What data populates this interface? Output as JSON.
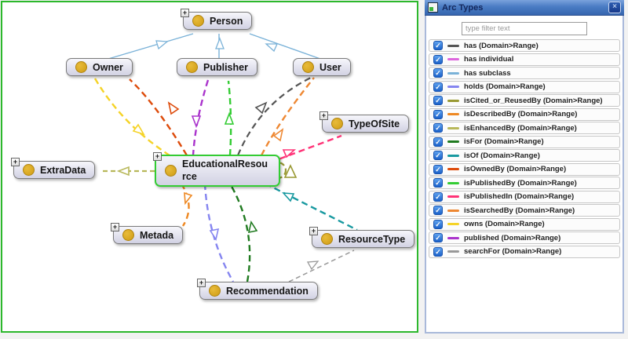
{
  "icons": {
    "close": "×",
    "check": "✓",
    "expand": "+"
  },
  "colors": {
    "graph_border": "#2db82d",
    "selected_node_border": "#33cc33",
    "node_dot": "#d9a521",
    "titlebar_blue": "#4a7cc4"
  },
  "graph": {
    "nodes": [
      {
        "label": "Person",
        "expandable": true,
        "selected": false
      },
      {
        "label": "Owner",
        "expandable": false,
        "selected": false
      },
      {
        "label": "Publisher",
        "expandable": false,
        "selected": false
      },
      {
        "label": "User",
        "expandable": false,
        "selected": false
      },
      {
        "label": "TypeOfSite",
        "expandable": true,
        "selected": false
      },
      {
        "label": "ExtraData",
        "expandable": true,
        "selected": false
      },
      {
        "label": "EducationalResource",
        "expandable": true,
        "selected": true
      },
      {
        "label": "Metada",
        "expandable": true,
        "selected": false
      },
      {
        "label": "ResourceType",
        "expandable": true,
        "selected": false
      },
      {
        "label": "Recommendation",
        "expandable": true,
        "selected": false
      }
    ]
  },
  "arc_panel": {
    "title": "Arc Types",
    "filter_placeholder": "type filter text",
    "filter_value": "",
    "items": [
      {
        "label": "has (Domain>Range)",
        "color": "#555555",
        "checked": true
      },
      {
        "label": "has individual",
        "color": "#dd66dd",
        "checked": true
      },
      {
        "label": "has subclass",
        "color": "#7ab2d8",
        "checked": true
      },
      {
        "label": "holds (Domain>Range)",
        "color": "#8585f0",
        "checked": true
      },
      {
        "label": "isCited_or_ReusedBy (Domain>Range)",
        "color": "#999933",
        "checked": true
      },
      {
        "label": "isDescribedBy (Domain>Range)",
        "color": "#ee8822",
        "checked": true
      },
      {
        "label": "isEnhancedBy (Domain>Range)",
        "color": "#b8b85a",
        "checked": true
      },
      {
        "label": "isFor (Domain>Range)",
        "color": "#1f7a1f",
        "checked": true
      },
      {
        "label": "isOf (Domain>Range)",
        "color": "#1899a0",
        "checked": true
      },
      {
        "label": "isOwnedBy (Domain>Range)",
        "color": "#dd4b0b",
        "checked": true
      },
      {
        "label": "isPublishedBy (Domain>Range)",
        "color": "#33cc33",
        "checked": true
      },
      {
        "label": "isPublishedIn (Domain>Range)",
        "color": "#ff3377",
        "checked": true
      },
      {
        "label": "isSearchedBy (Domain>Range)",
        "color": "#ee8833",
        "checked": true
      },
      {
        "label": "owns (Domain>Range)",
        "color": "#f5d327",
        "checked": true
      },
      {
        "label": "published (Domain>Range)",
        "color": "#aa33cc",
        "checked": true
      },
      {
        "label": "searchFor (Domain>Range)",
        "color": "#999999",
        "checked": true
      }
    ]
  }
}
